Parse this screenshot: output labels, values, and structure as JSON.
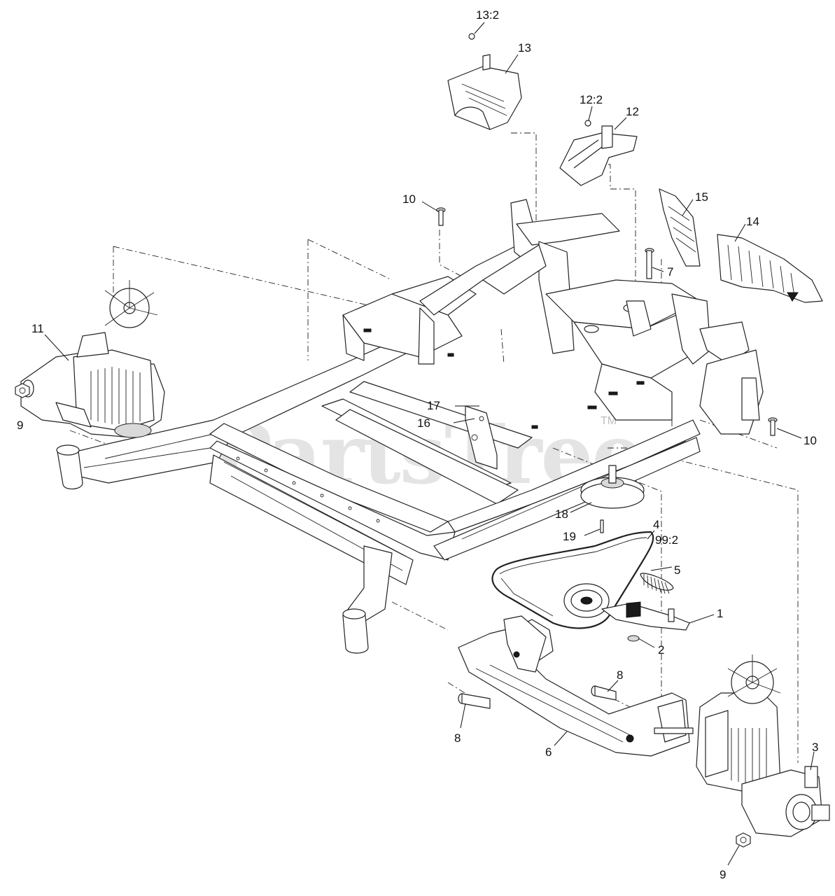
{
  "watermark": {
    "text": "PartsTree",
    "trademark": "TM"
  },
  "labels": [
    {
      "id": "lbl-13-2",
      "text": "13:2"
    },
    {
      "id": "lbl-13",
      "text": "13"
    },
    {
      "id": "lbl-12-2",
      "text": "12:2"
    },
    {
      "id": "lbl-12",
      "text": "12"
    },
    {
      "id": "lbl-10-top",
      "text": "10"
    },
    {
      "id": "lbl-15",
      "text": "15"
    },
    {
      "id": "lbl-14",
      "text": "14"
    },
    {
      "id": "lbl-7",
      "text": "7"
    },
    {
      "id": "lbl-11",
      "text": "11"
    },
    {
      "id": "lbl-9-left",
      "text": "9"
    },
    {
      "id": "lbl-17",
      "text": "17"
    },
    {
      "id": "lbl-16",
      "text": "16"
    },
    {
      "id": "lbl-10-right",
      "text": "10"
    },
    {
      "id": "lbl-18",
      "text": "18"
    },
    {
      "id": "lbl-4",
      "text": "4"
    },
    {
      "id": "lbl-99-2",
      "text": "99:2"
    },
    {
      "id": "lbl-19",
      "text": "19"
    },
    {
      "id": "lbl-5",
      "text": "5"
    },
    {
      "id": "lbl-1",
      "text": "1"
    },
    {
      "id": "lbl-2",
      "text": "2"
    },
    {
      "id": "lbl-8-right",
      "text": "8"
    },
    {
      "id": "lbl-8-left",
      "text": "8"
    },
    {
      "id": "lbl-6",
      "text": "6"
    },
    {
      "id": "lbl-3",
      "text": "3"
    },
    {
      "id": "lbl-9-bottom",
      "text": "9"
    }
  ]
}
